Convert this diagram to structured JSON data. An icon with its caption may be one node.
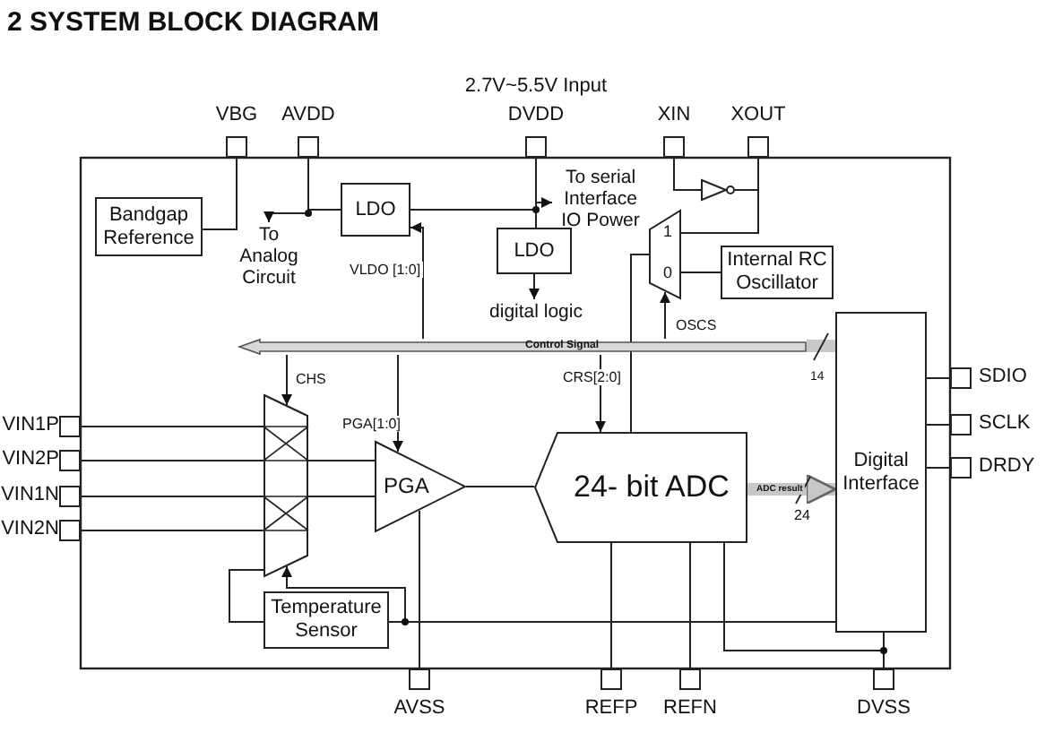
{
  "diagram": {
    "title": "2 SYSTEM BLOCK DIAGRAM",
    "nodes": [
      {
        "text": [
          "VBG"
        ]
      },
      {
        "text": [
          "AVDD"
        ]
      },
      {
        "text": [
          "DVDD"
        ],
        "beside": [
          "2.7V~5.5V Input"
        ]
      },
      {
        "text": [
          "XIN"
        ]
      },
      {
        "text": [
          "XOUT"
        ]
      },
      {
        "text": [
          "Bandgap Reference"
        ]
      },
      {
        "text": [
          "LDO"
        ]
      },
      {
        "text": [
          "LDO"
        ]
      },
      {
        "text": [
          "To Analog Circuit"
        ]
      },
      {
        "text": [
          "To serial Interface IO Power"
        ]
      },
      {
        "text": [
          "digital logic"
        ]
      },
      {
        "text": [],
        "shape": "triangle"
      },
      {
        "text": [
          "1",
          "0"
        ]
      },
      {
        "text": [
          "Internal RC Oscillator"
        ]
      },
      {
        "text": [
          "Control Signal"
        ]
      },
      {
        "text": [],
        "shape": "trapezoid"
      },
      {
        "text": [
          "PGA"
        ]
      },
      {
        "text": [
          "24- bit ADC"
        ]
      },
      {
        "text": [
          "Temperature Sensor"
        ]
      },
      {
        "text": [
          "Digital Interface"
        ]
      },
      {
        "text": [
          "VIN1P"
        ]
      },
      {
        "text": [
          "VIN2P"
        ]
      },
      {
        "text": [
          "VIN1N"
        ]
      },
      {
        "text": [
          "VIN2N"
        ]
      },
      {
        "text": [
          "SDIO"
        ]
      },
      {
        "text": [
          "SCLK"
        ]
      },
      {
        "text": [
          "DRDY"
        ]
      },
      {
        "text": [
          "AVSS"
        ]
      },
      {
        "text": [
          "REFP"
        ]
      },
      {
        "text": [
          "REFN"
        ]
      },
      {
        "text": [
          "DVSS"
        ]
      }
    ],
    "edges": [
      {
        "from": 0,
        "to": 5,
        "arrow": "none"
      },
      {
        "from": 1,
        "to": 6,
        "arrow": "none"
      },
      {
        "from": 1,
        "to": 8,
        "arrow": "to"
      },
      {
        "from": 6,
        "to": 2,
        "arrow": "none"
      },
      {
        "from": 2,
        "to": 9,
        "arrow": "to"
      },
      {
        "from": 2,
        "to": 7,
        "arrow": "none"
      },
      {
        "from": 7,
        "to": 10,
        "arrow": "to"
      },
      {
        "from": 3,
        "to": 11,
        "arrow": "none"
      },
      {
        "from": 11,
        "to": 4,
        "arrow": "none"
      },
      {
        "from": 4,
        "to": 12,
        "arrow": "none"
      },
      {
        "from": 13,
        "to": 12,
        "arrow": "none"
      },
      {
        "from": 12,
        "to": 17,
        "arrow": "none"
      },
      {
        "from": 14,
        "to": 12,
        "arrow": "to",
        "label": "OSCS"
      },
      {
        "from": 14,
        "to": 15,
        "arrow": "to",
        "label": "CHS"
      },
      {
        "from": 14,
        "to": 16,
        "arrow": "to",
        "label": "PGA[1:0]"
      },
      {
        "from": 14,
        "to": 17,
        "arrow": "to",
        "label": "CRS[2:0]"
      },
      {
        "from": 14,
        "to": 6,
        "arrow": "to",
        "label": "VLDO [1:0]"
      },
      {
        "from": 19,
        "to": 14,
        "arrow": "none",
        "label": "14",
        "style": "thick",
        "color": "#c8c8c8"
      },
      {
        "from": 20,
        "to": 15,
        "arrow": "none"
      },
      {
        "from": 21,
        "to": 15,
        "arrow": "none"
      },
      {
        "from": 22,
        "to": 15,
        "arrow": "none"
      },
      {
        "from": 23,
        "to": 15,
        "arrow": "none"
      },
      {
        "from": 15,
        "to": 16,
        "arrow": "none"
      },
      {
        "from": 15,
        "to": 16,
        "arrow": "none"
      },
      {
        "from": 16,
        "to": 17,
        "arrow": "none"
      },
      {
        "from": 18,
        "to": 15,
        "arrow": "to"
      },
      {
        "from": 15,
        "to": 18,
        "arrow": "none"
      },
      {
        "from": 17,
        "to": 19,
        "arrow": "to",
        "label": "ADC result",
        "style": "thick",
        "color": "#c8c8c8"
      },
      {
        "from": 19,
        "to": 24,
        "arrow": "none"
      },
      {
        "from": 19,
        "to": 25,
        "arrow": "none"
      },
      {
        "from": 19,
        "to": 26,
        "arrow": "none"
      },
      {
        "from": 16,
        "to": 27,
        "arrow": "none"
      },
      {
        "from": 28,
        "to": 17,
        "arrow": "none"
      },
      {
        "from": 29,
        "to": 17,
        "arrow": "none"
      },
      {
        "from": 19,
        "to": 30,
        "arrow": "none"
      },
      {
        "from": 17,
        "to": 30,
        "arrow": "none"
      },
      {
        "from": 18,
        "to": 19,
        "arrow": "none"
      }
    ],
    "labels": [
      "24"
    ]
  }
}
